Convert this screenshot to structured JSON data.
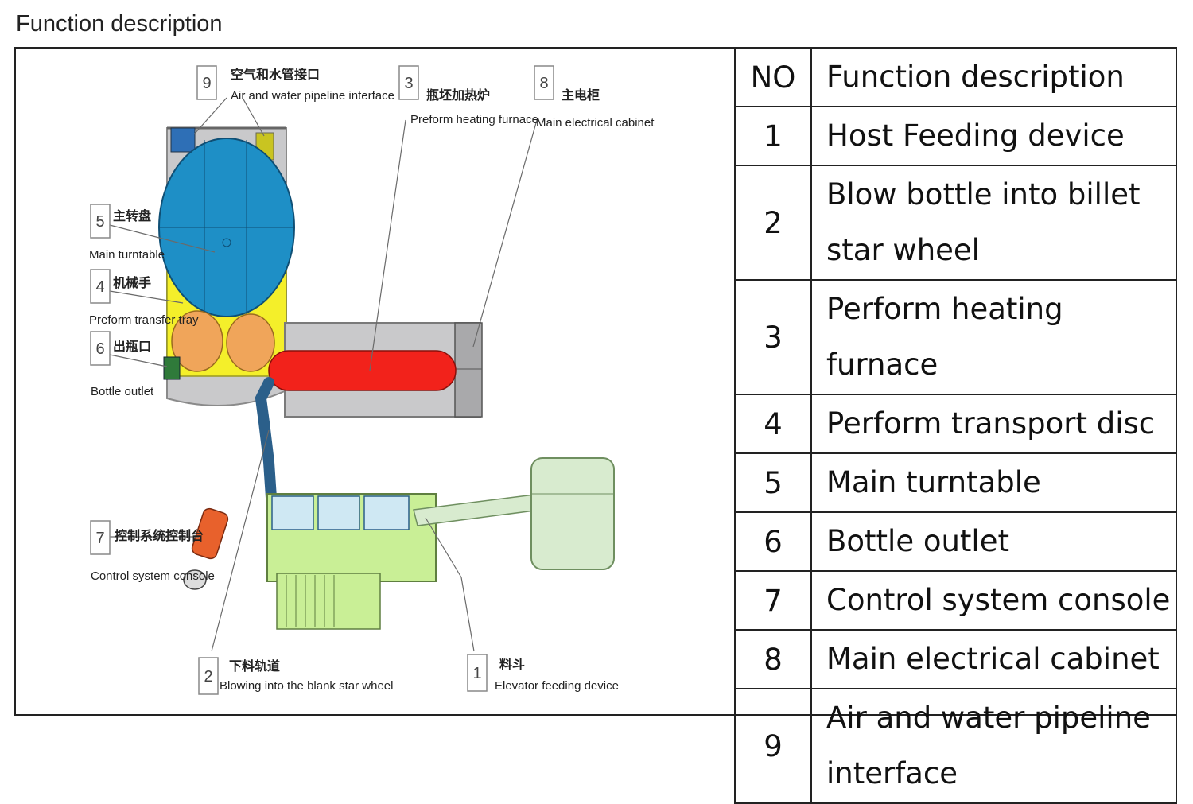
{
  "title": "Function description",
  "callouts": {
    "c9": {
      "no": "9",
      "cn": "空气和水管接口",
      "en": "Air and water pipeline interface"
    },
    "c3": {
      "no": "3",
      "cn": "瓶坯加热炉",
      "en": "Preform heating furnace"
    },
    "c8": {
      "no": "8",
      "cn": "主电柜",
      "en": "Main electrical cabinet"
    },
    "c5": {
      "no": "5",
      "cn": "主转盘",
      "en": "Main turntable"
    },
    "c4": {
      "no": "4",
      "cn": "机械手",
      "en": "Preform transfer tray"
    },
    "c6": {
      "no": "6",
      "cn": "出瓶口",
      "en": "Bottle outlet"
    },
    "c7": {
      "no": "7",
      "cn": "控制系统控制台",
      "en": "Control system console"
    },
    "c2": {
      "no": "2",
      "cn": "下料轨道",
      "en": "Blowing into the blank star wheel"
    },
    "c1": {
      "no": "1",
      "cn": "料斗",
      "en": "Elevator feeding device"
    }
  },
  "colors": {
    "frame_gray": "#c9c9cb",
    "turntable_blue": "#1e8fc6",
    "transfer_yellow": "#f4ef2a",
    "orange_disc": "#f0a55a",
    "furnace_red": "#f2221b",
    "feeder_green": "#c9ef96",
    "hopper_green": "#d8ebcf",
    "console_orange": "#e8612c",
    "screen_blue": "#cfe8f3"
  },
  "table": {
    "header_no": "NO",
    "header_desc": "Function description",
    "rows": [
      {
        "no": "1",
        "desc": "Host Feeding device"
      },
      {
        "no": "2",
        "desc": "Blow bottle into billet star wheel"
      },
      {
        "no": "3",
        "desc": "Perform heating furnace"
      },
      {
        "no": "4",
        "desc": "Perform transport disc"
      },
      {
        "no": "5",
        "desc": "Main turntable"
      },
      {
        "no": "6",
        "desc": "Bottle outlet"
      },
      {
        "no": "7",
        "desc": "Control system console"
      },
      {
        "no": "8",
        "desc": "Main electrical cabinet"
      },
      {
        "no": "9",
        "desc": "Air and water pipeline interface"
      }
    ]
  }
}
